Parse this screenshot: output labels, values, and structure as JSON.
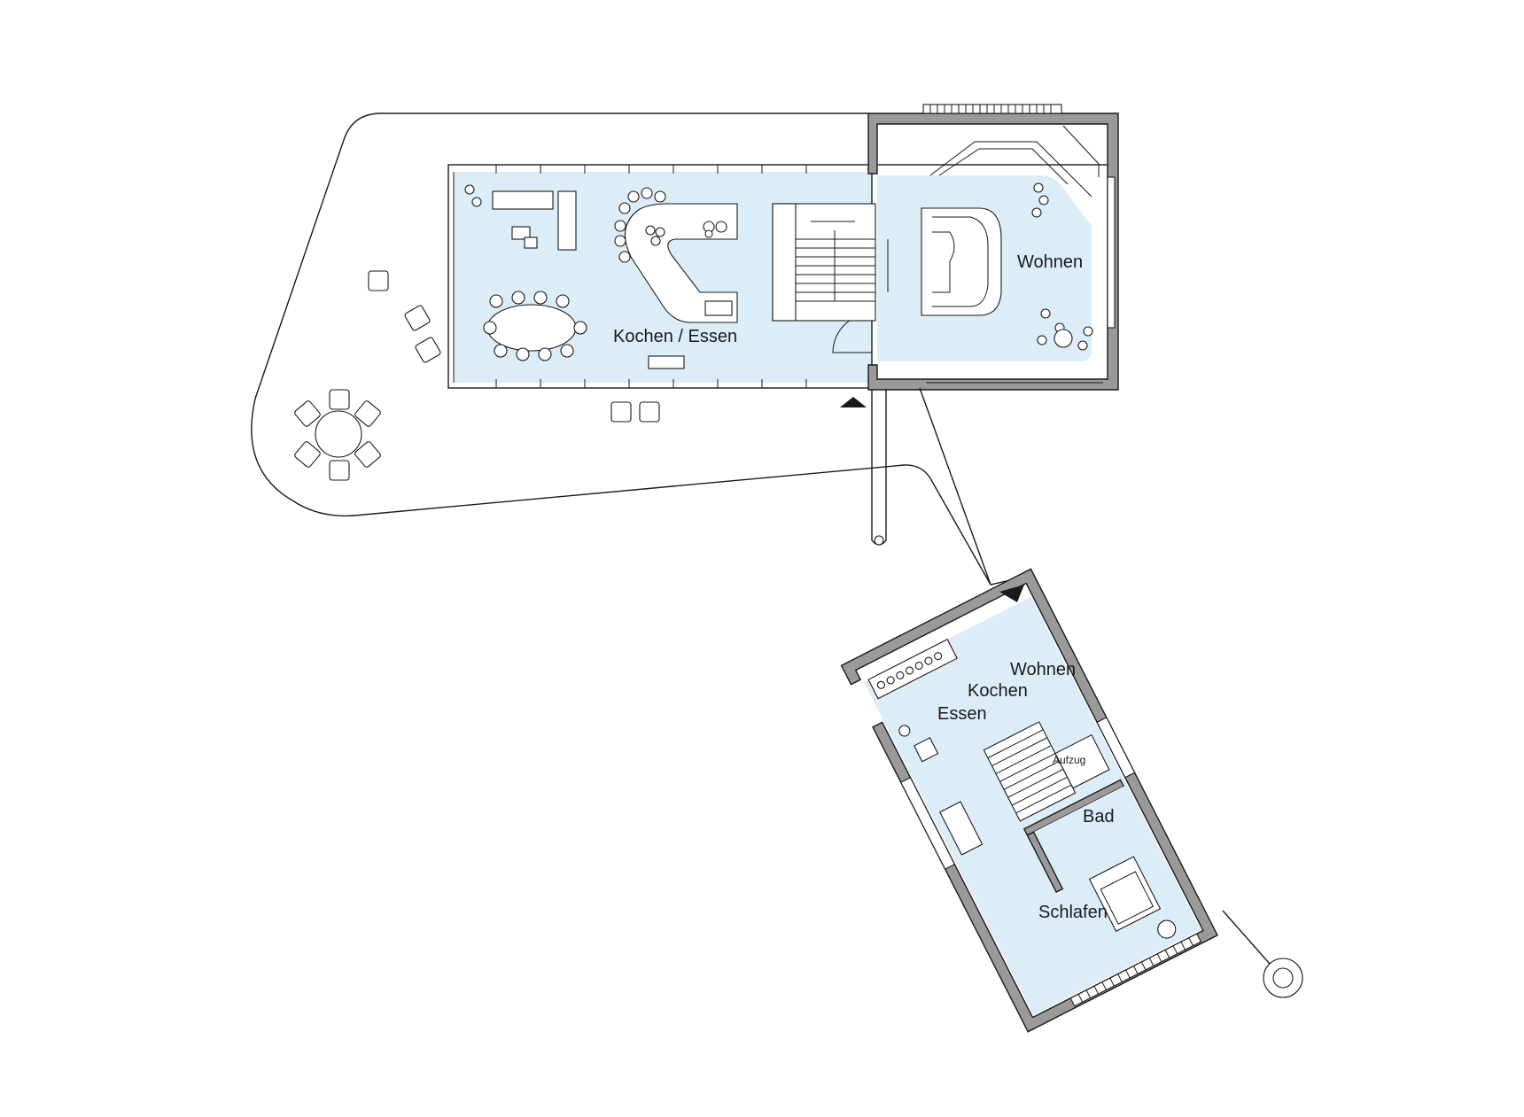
{
  "labels": {
    "kochen_essen": "Kochen / Essen",
    "wohnen_main": "Wohnen",
    "wohnen_annex": "Wohnen",
    "kochen_annex": "Kochen",
    "essen_annex": "Essen",
    "aufzug": "Aufzug",
    "bad": "Bad",
    "schlafen": "Schlafen"
  },
  "colors": {
    "room_fill": "#dcedf8",
    "wall_fill": "#9a9a9a",
    "line": "#1a1a1a"
  },
  "icons": [
    "entrance-arrow-icon",
    "entrance-arrow-icon"
  ]
}
